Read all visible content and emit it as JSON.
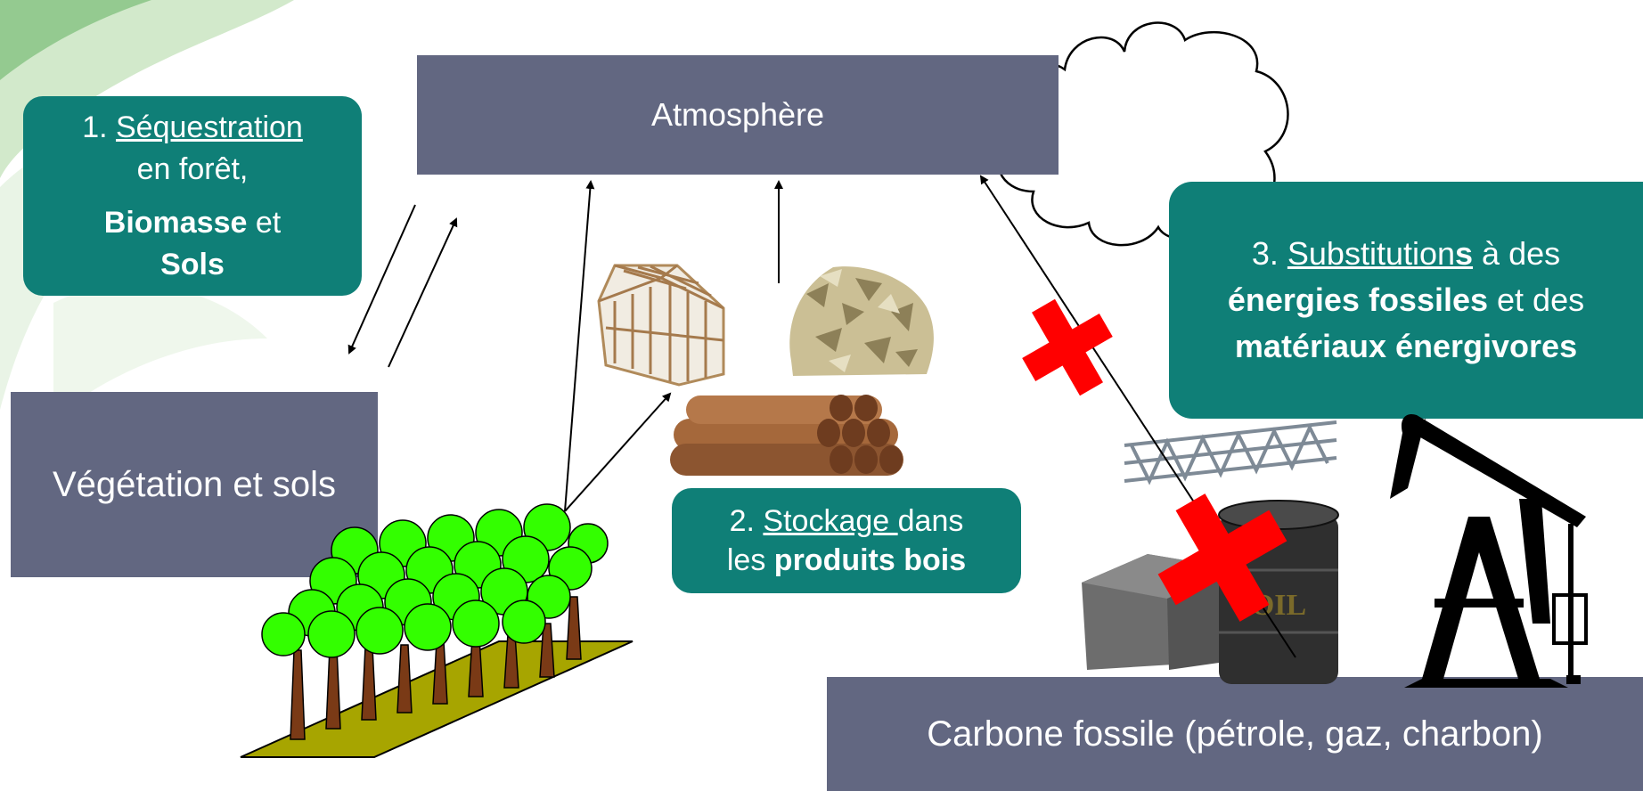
{
  "atmosphere": "Atmosphère",
  "vegetation": "Végétation et sols",
  "fossil": "Carbone fossile (pétrole, gaz, charbon)",
  "box1": {
    "num": "1. ",
    "title": "Séquestration",
    "line2": "en forêt,",
    "bold1": "Biomasse",
    "mid": " et",
    "bold2": "Sols"
  },
  "box2": {
    "num": "2. ",
    "title": "Stockage ",
    "rest1": "dans",
    "pre2": "les ",
    "bold": "produits bois"
  },
  "box3": {
    "num": "3. ",
    "title": "Substitution",
    "title_s": "s",
    "rest1": " à des",
    "bold1": "énergies fossiles",
    "mid": " et des",
    "bold2": "matériaux énergivores"
  },
  "barrel_label": "OIL",
  "colors": {
    "gray_box": "#626781",
    "teal_box": "#0f7f77",
    "cross": "#ff0000",
    "tree_green": "#33ff00",
    "ground": "#a7a500"
  }
}
